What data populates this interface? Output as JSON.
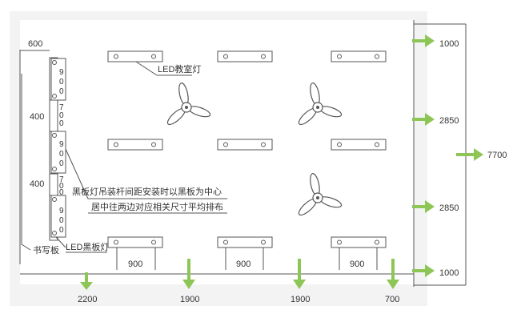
{
  "colors": {
    "line": "#555555",
    "arrow": "#8dc656",
    "bg_panel": "#f3f3f3",
    "room": "#ffffff"
  },
  "labels": {
    "classroom_lamp": "LED教室灯",
    "blackboard_lamp": "LED黑板灯",
    "writing_board": "书写板",
    "note_line1": "黑板灯吊装杆间距安装时以黑板为中心",
    "note_line2": "居中往两边对应相关尺寸平均排布"
  },
  "dimensions": {
    "top_left": "600",
    "left_gap_a": "400",
    "left_gap_b": "400",
    "left_vertical": [
      "900",
      "700",
      "900",
      "700",
      "900"
    ],
    "right": [
      "1000",
      "2850",
      "2850",
      "1000"
    ],
    "right_total": "7700",
    "bottom": [
      "2200",
      "1900",
      "1900",
      "700"
    ],
    "lamp_spacing": [
      "900",
      "900",
      "900"
    ]
  }
}
